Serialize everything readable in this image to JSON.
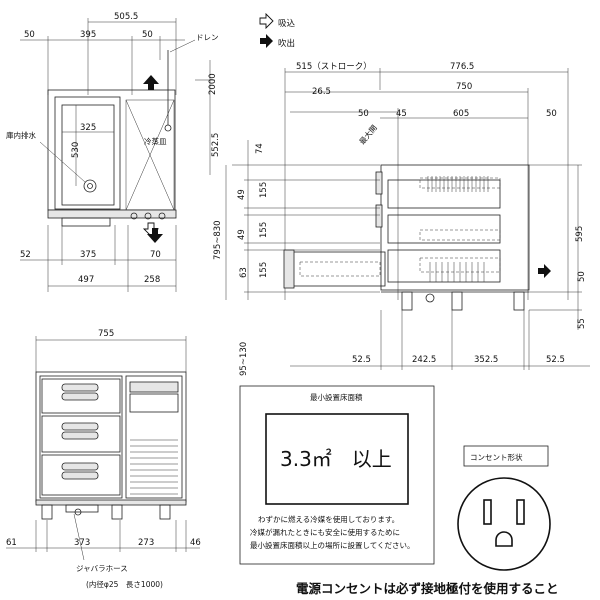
{
  "legend": {
    "intake": "吸込",
    "exhaust": "吹出"
  },
  "top_view": {
    "dims_top": [
      "505.5",
      "50",
      "395",
      "50"
    ],
    "drain": "ドレン",
    "inner_drain": "庫内排水",
    "evaporating_tray": "冷蒸皿",
    "inner": [
      "325",
      "530"
    ],
    "right_dims": [
      "2000",
      "552.5"
    ],
    "bottom_dims": [
      "52",
      "375",
      "70",
      "497",
      "258"
    ]
  },
  "side_view": {
    "stroke": "515（ストローク）",
    "top_dims": [
      "776.5",
      "750",
      "26.5",
      "50",
      "45",
      "605",
      "50"
    ],
    "max_open_label": "最大開",
    "left_dims": [
      "74",
      "49",
      "155",
      "49",
      "155",
      "63",
      "155",
      "795~830"
    ],
    "right_dims": [
      "595",
      "50",
      "55"
    ],
    "bottom_dims": [
      "52.5",
      "242.5",
      "352.5",
      "52.5"
    ],
    "foot_height": "95~130"
  },
  "front_view": {
    "width": "755",
    "bottom_dims": [
      "61",
      "373",
      "273",
      "46"
    ],
    "hose": "ジャバラホース",
    "hose_spec": "(内径φ25　長さ1000)"
  },
  "min_area": {
    "title": "最小設置床面積",
    "value": "3.3㎡　以上",
    "note_lines": [
      "わずかに燃える冷媒を使用しております。",
      "冷媒が漏れたときにも安全に使用するために",
      "最小設置床面積以上の場所に設置してください。"
    ]
  },
  "outlet": {
    "title": "コンセント形状"
  },
  "footer": {
    "notice": "電源コンセントは必ず接地極付を使用すること"
  }
}
